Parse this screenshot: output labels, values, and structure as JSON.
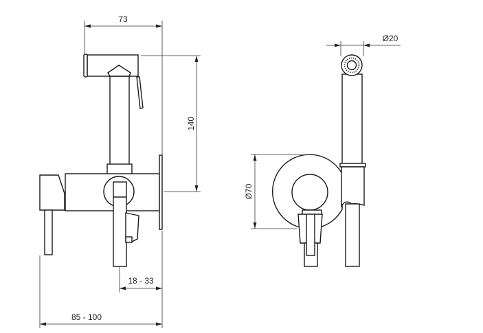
{
  "dimensions": {
    "width_overall_top": "73",
    "height_handshower": "140",
    "wall_depth": "18 - 33",
    "projection": "85 - 100",
    "nozzle_diameter": "Ø20",
    "flange_diameter": "Ø70"
  }
}
